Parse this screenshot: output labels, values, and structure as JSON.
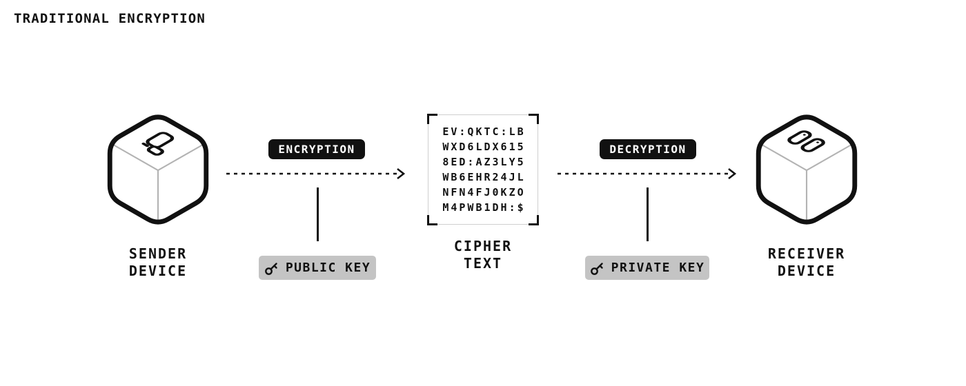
{
  "title": "TRADITIONAL ENCRYPTION",
  "colors": {
    "ink": "#111111",
    "step_badge_bg": "#111111",
    "step_badge_text": "#ffffff",
    "key_badge_bg": "#c4c4c4",
    "cube_inner_edge": "#b3b3b3",
    "cipher_frame": "#cfcfcf",
    "background": "#ffffff"
  },
  "sender_device": {
    "label_lines": [
      "SENDER",
      "DEVICE"
    ],
    "top_icon": "copy-icon"
  },
  "receiver_device": {
    "label_lines": [
      "RECEIVER",
      "DEVICE"
    ],
    "top_icon": "dual-cards-icon"
  },
  "encryption_step": {
    "badge_label": "ENCRYPTION",
    "arrow": "dashed-arrow-right",
    "key_badge": {
      "icon": "key-icon",
      "label": "PUBLIC KEY"
    }
  },
  "decryption_step": {
    "badge_label": "DECRYPTION",
    "arrow": "dashed-arrow-right",
    "key_badge": {
      "icon": "key-icon",
      "label": "PRIVATE KEY"
    }
  },
  "cipher_text": {
    "lines": [
      "EV:QKTC:LB",
      "WXD6LDX615",
      "8ED:AZ3LY5",
      "WB6EHR24JL",
      "NFN4FJ0KZO",
      "M4PWB1DH:$"
    ],
    "label_lines": [
      "CIPHER",
      "TEXT"
    ]
  }
}
